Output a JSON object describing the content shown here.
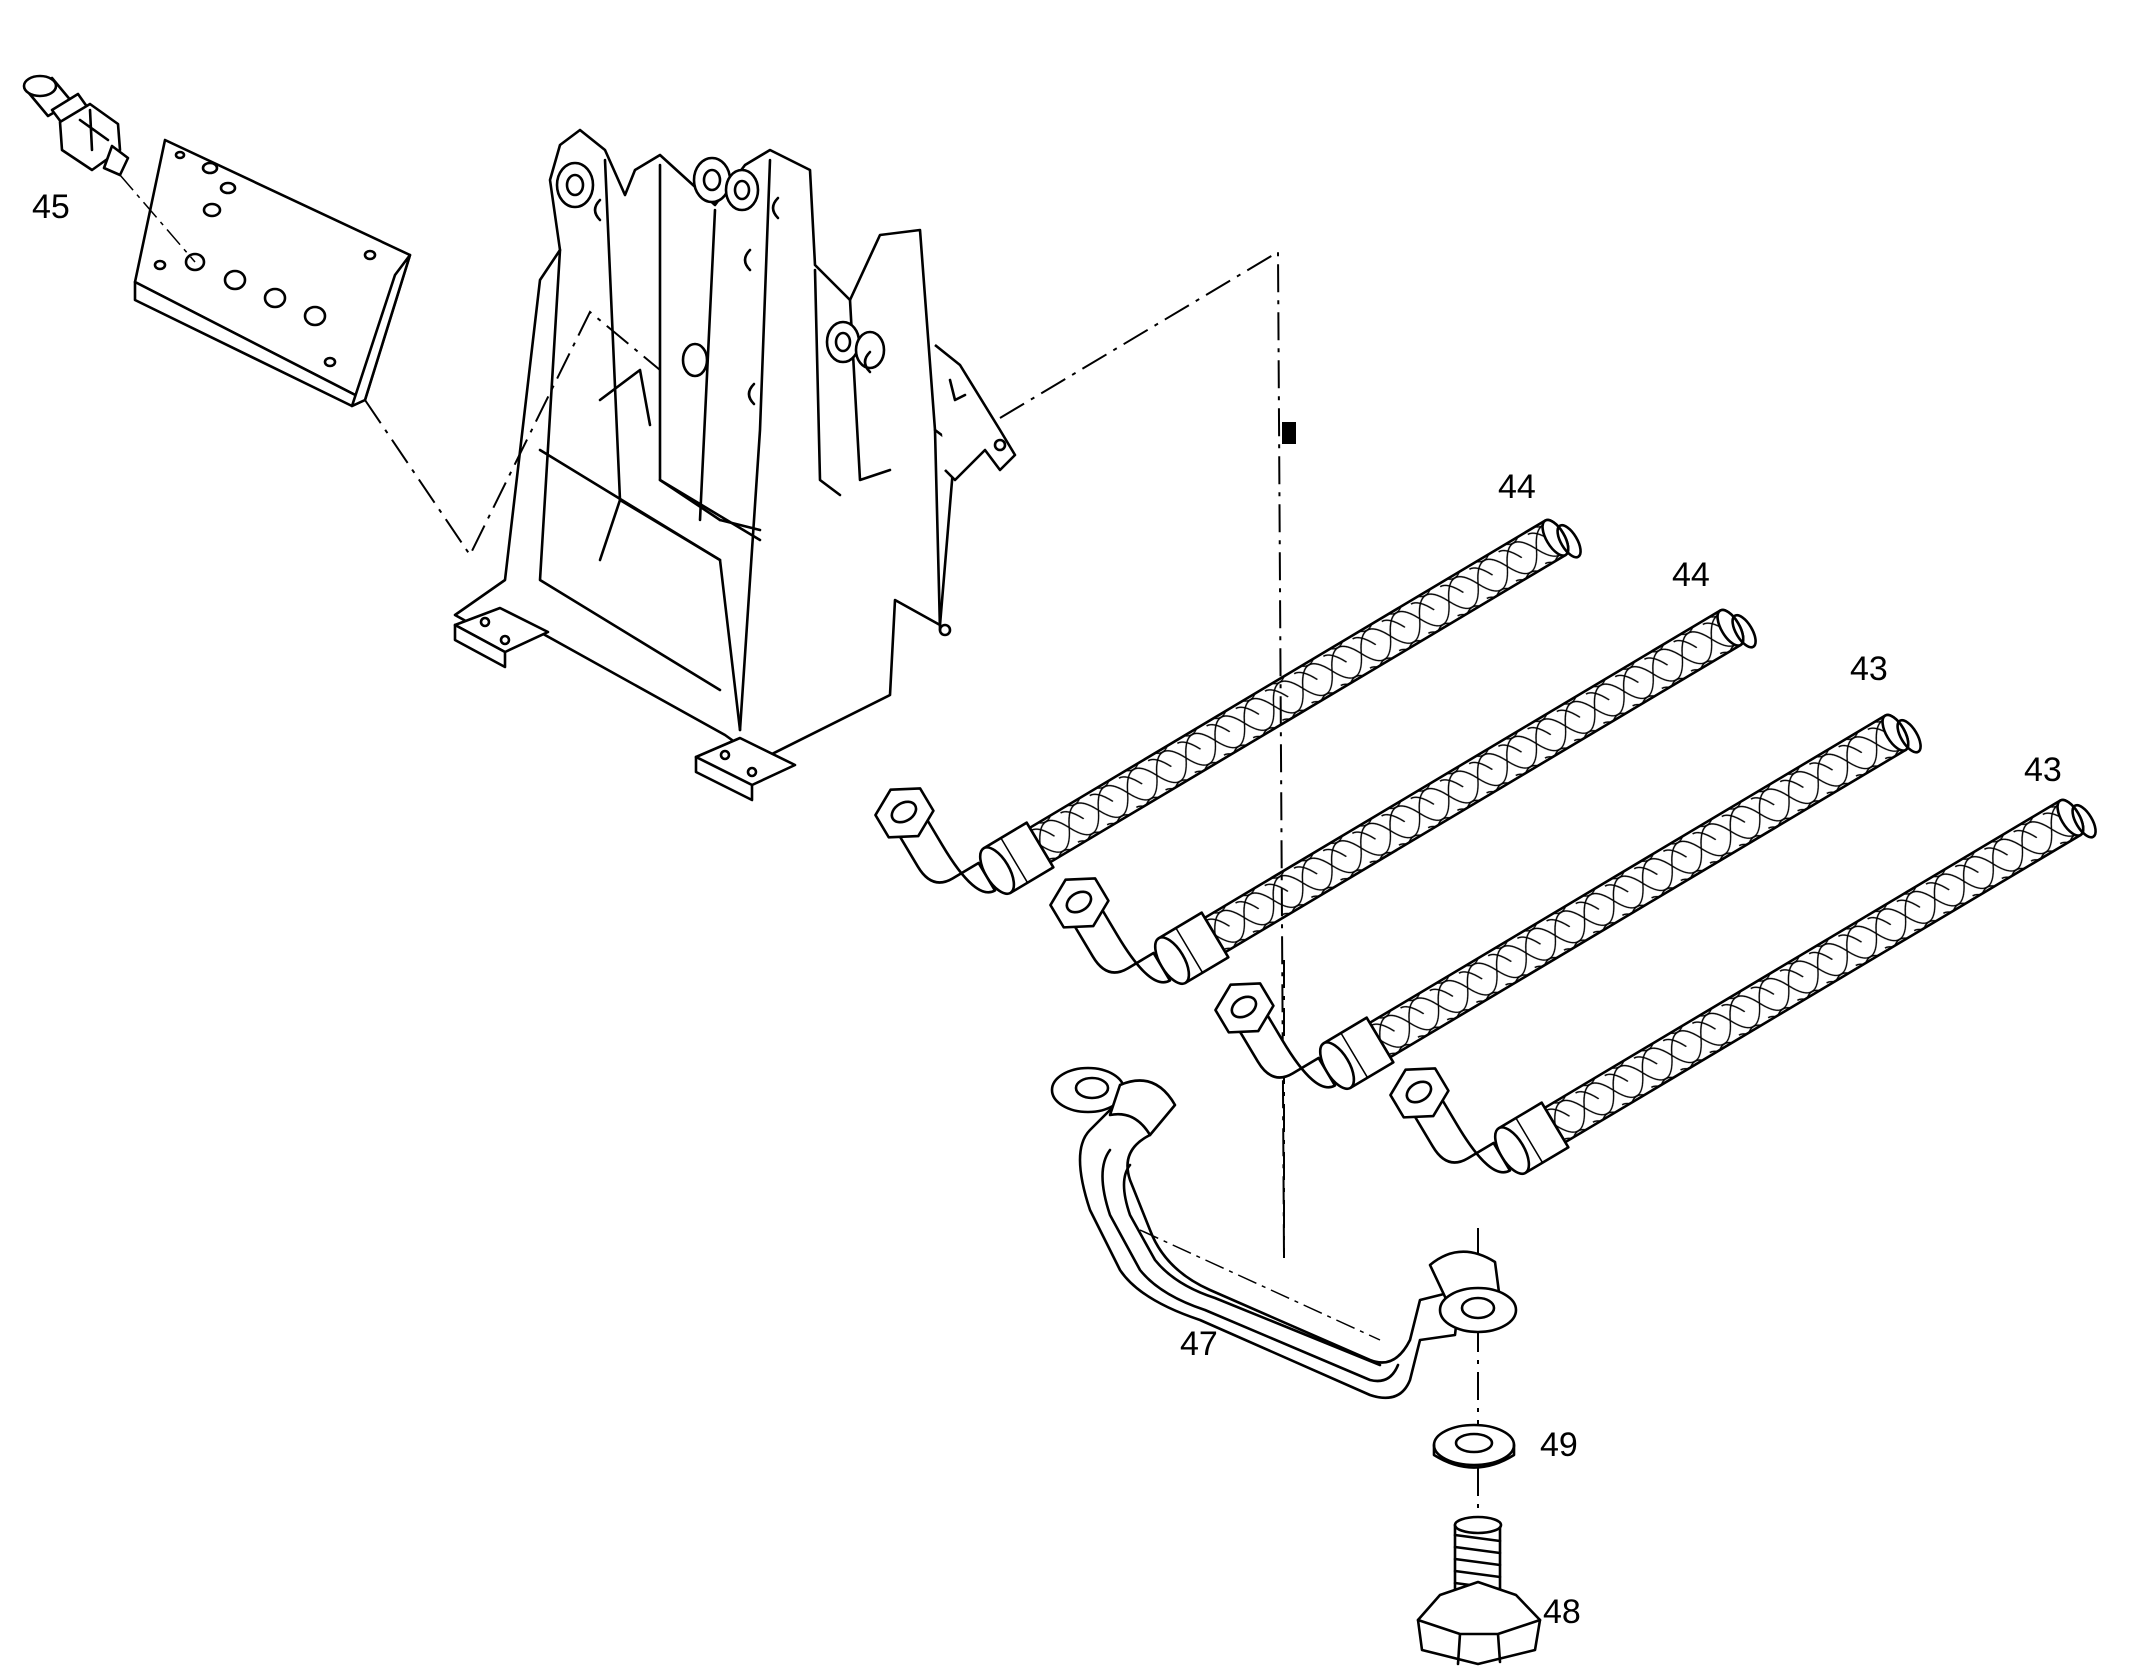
{
  "diagram": {
    "callouts": {
      "c43a": "43",
      "c43b": "43",
      "c44a": "44",
      "c44b": "44",
      "c45": "45",
      "c47": "47",
      "c48": "48",
      "c49": "49"
    },
    "colors": {
      "line": "#000000",
      "background": "#ffffff"
    }
  }
}
